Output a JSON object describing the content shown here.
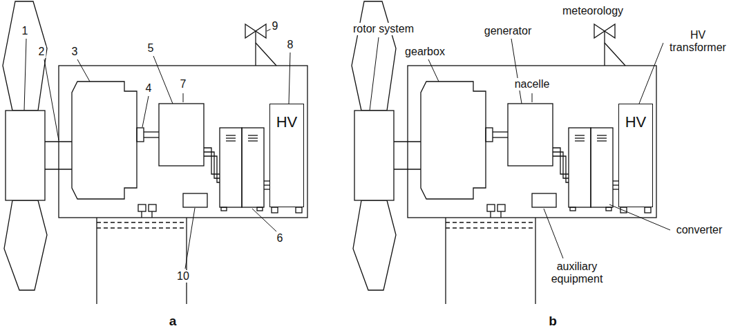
{
  "diagram": {
    "nodes": [
      {
        "text": [
          "HV"
        ]
      },
      {
        "text": [
          "HV"
        ]
      }
    ],
    "labels": [
      "9",
      "1",
      "5",
      "8",
      "2",
      "3",
      "7",
      "4",
      "6",
      "10",
      "a",
      "meteorology",
      "rotor system",
      "generator",
      "HV transformer",
      "gearbox",
      "nacelle",
      "converter",
      "auxiliary equipment",
      "b"
    ]
  }
}
